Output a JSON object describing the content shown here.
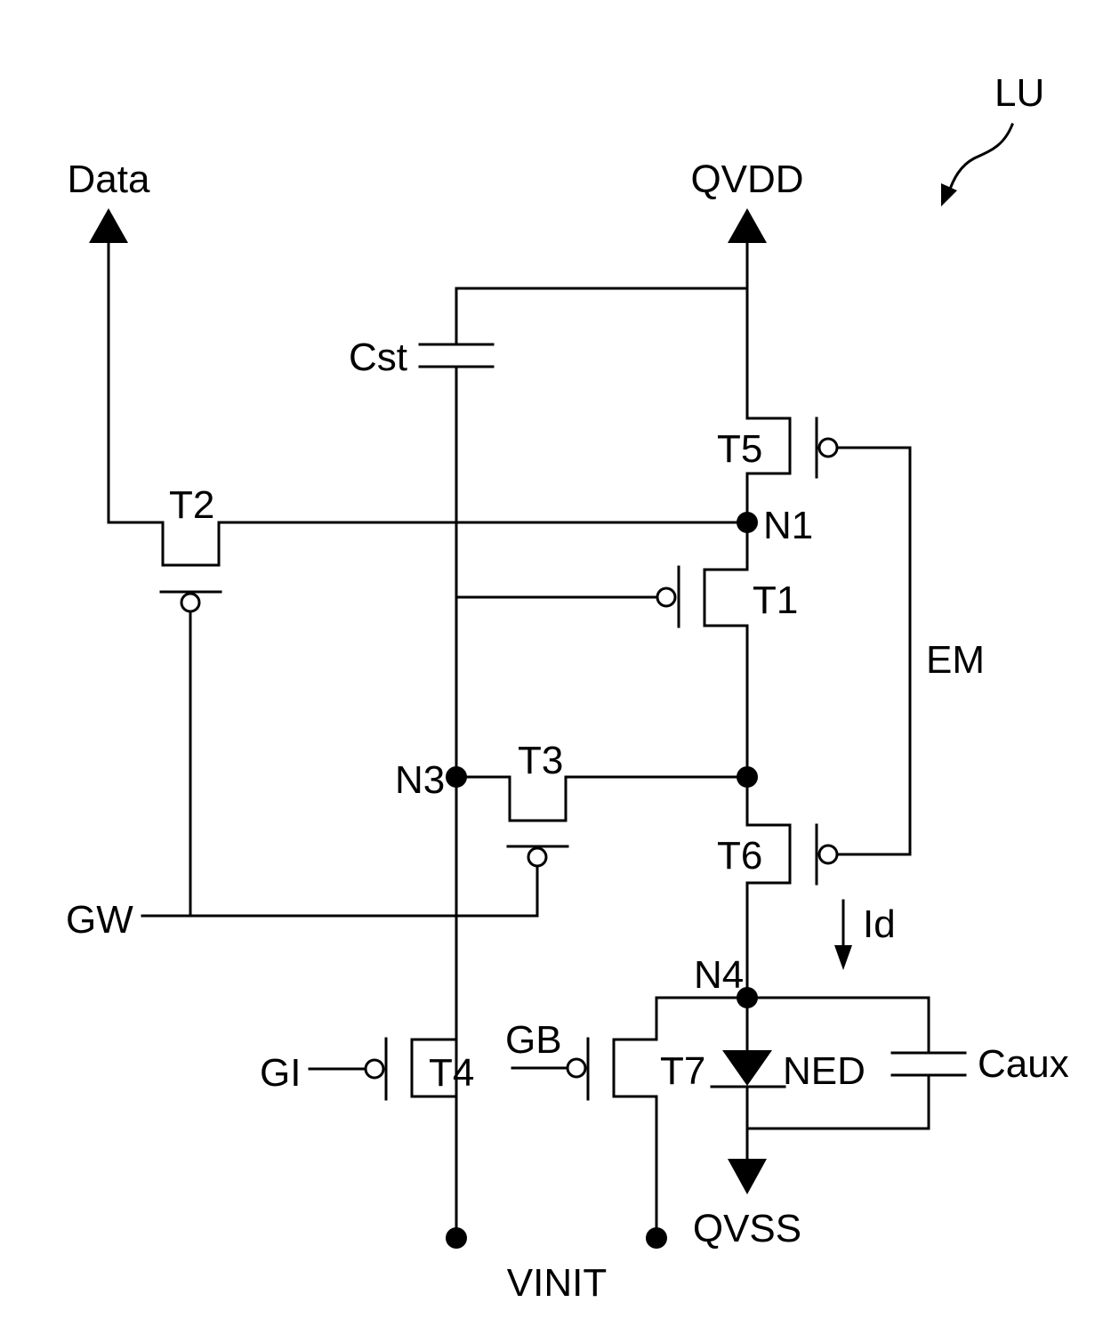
{
  "reference": "LU",
  "rails": {
    "data": "Data",
    "qvdd": "QVDD",
    "qvss": "QVSS",
    "vinit": "VINIT"
  },
  "signals": {
    "gw": "GW",
    "gi": "GI",
    "gb": "GB",
    "em": "EM",
    "current": "Id"
  },
  "nodes": {
    "n1": "N1",
    "n3": "N3",
    "n4": "N4"
  },
  "components": {
    "cst": "Cst",
    "caux": "Caux",
    "ned": "NED",
    "t1": "T1",
    "t2": "T2",
    "t3": "T3",
    "t4": "T4",
    "t5": "T5",
    "t6": "T6",
    "t7": "T7"
  }
}
